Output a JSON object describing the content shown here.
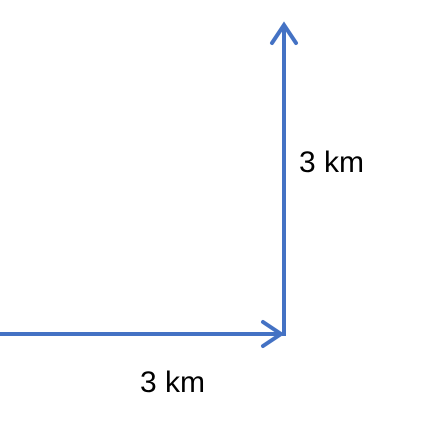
{
  "diagram": {
    "arrow_color": "#4472C4",
    "horizontal_leg": {
      "direction": "east",
      "distance_label": "3 km"
    },
    "vertical_leg": {
      "direction": "north",
      "distance_label": "3 km"
    }
  }
}
